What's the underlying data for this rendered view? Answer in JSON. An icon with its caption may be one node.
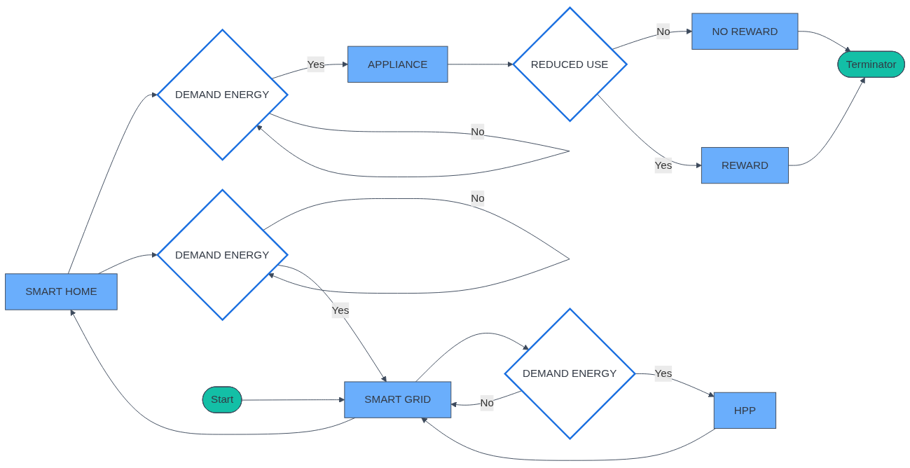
{
  "diagram": {
    "nodes": [
      {
        "text": [
          "SMART HOME"
        ]
      },
      {
        "text": [
          "DEMAND ENERGY"
        ]
      },
      {
        "text": [
          "APPLIANCE"
        ]
      },
      {
        "text": [
          "DEMAND ENERGY"
        ]
      },
      {
        "text": [
          "REDUCED USE"
        ]
      },
      {
        "text": [
          "NO REWARD"
        ]
      },
      {
        "text": [
          "REWARD"
        ]
      },
      {
        "text": [
          "Terminator"
        ]
      },
      {
        "text": [
          "Start"
        ]
      },
      {
        "text": [
          "SMART GRID"
        ]
      },
      {
        "text": [
          "DEMAND ENERGY"
        ]
      },
      {
        "text": [
          "HPP"
        ]
      }
    ],
    "edges": [
      {
        "from": 0,
        "to": 1,
        "arrow": "to"
      },
      {
        "from": 1,
        "to": 2,
        "label": "Yes",
        "arrow": "to"
      },
      {
        "from": 1,
        "to": 1,
        "label": "No",
        "arrow": "to"
      },
      {
        "from": 0,
        "to": 3,
        "arrow": "to"
      },
      {
        "from": 3,
        "to": 3,
        "label": "No",
        "arrow": "to"
      },
      {
        "from": 3,
        "to": 9,
        "label": "Yes",
        "arrow": "to"
      },
      {
        "from": 9,
        "to": 0,
        "arrow": "to"
      },
      {
        "from": 8,
        "to": 9,
        "arrow": "to"
      },
      {
        "from": 9,
        "to": 10,
        "arrow": "to"
      },
      {
        "from": 10,
        "to": 9,
        "label": "No",
        "arrow": "to"
      },
      {
        "from": 10,
        "to": 11,
        "label": "Yes",
        "arrow": "to"
      },
      {
        "from": 11,
        "to": 9,
        "arrow": "to"
      },
      {
        "from": 2,
        "to": 4,
        "arrow": "to"
      },
      {
        "from": 4,
        "to": 5,
        "label": "No",
        "arrow": "to"
      },
      {
        "from": 4,
        "to": 6,
        "label": "Yes",
        "arrow": "to"
      },
      {
        "from": 5,
        "to": 7,
        "arrow": "to"
      },
      {
        "from": 6,
        "to": 7,
        "arrow": "to"
      }
    ]
  }
}
